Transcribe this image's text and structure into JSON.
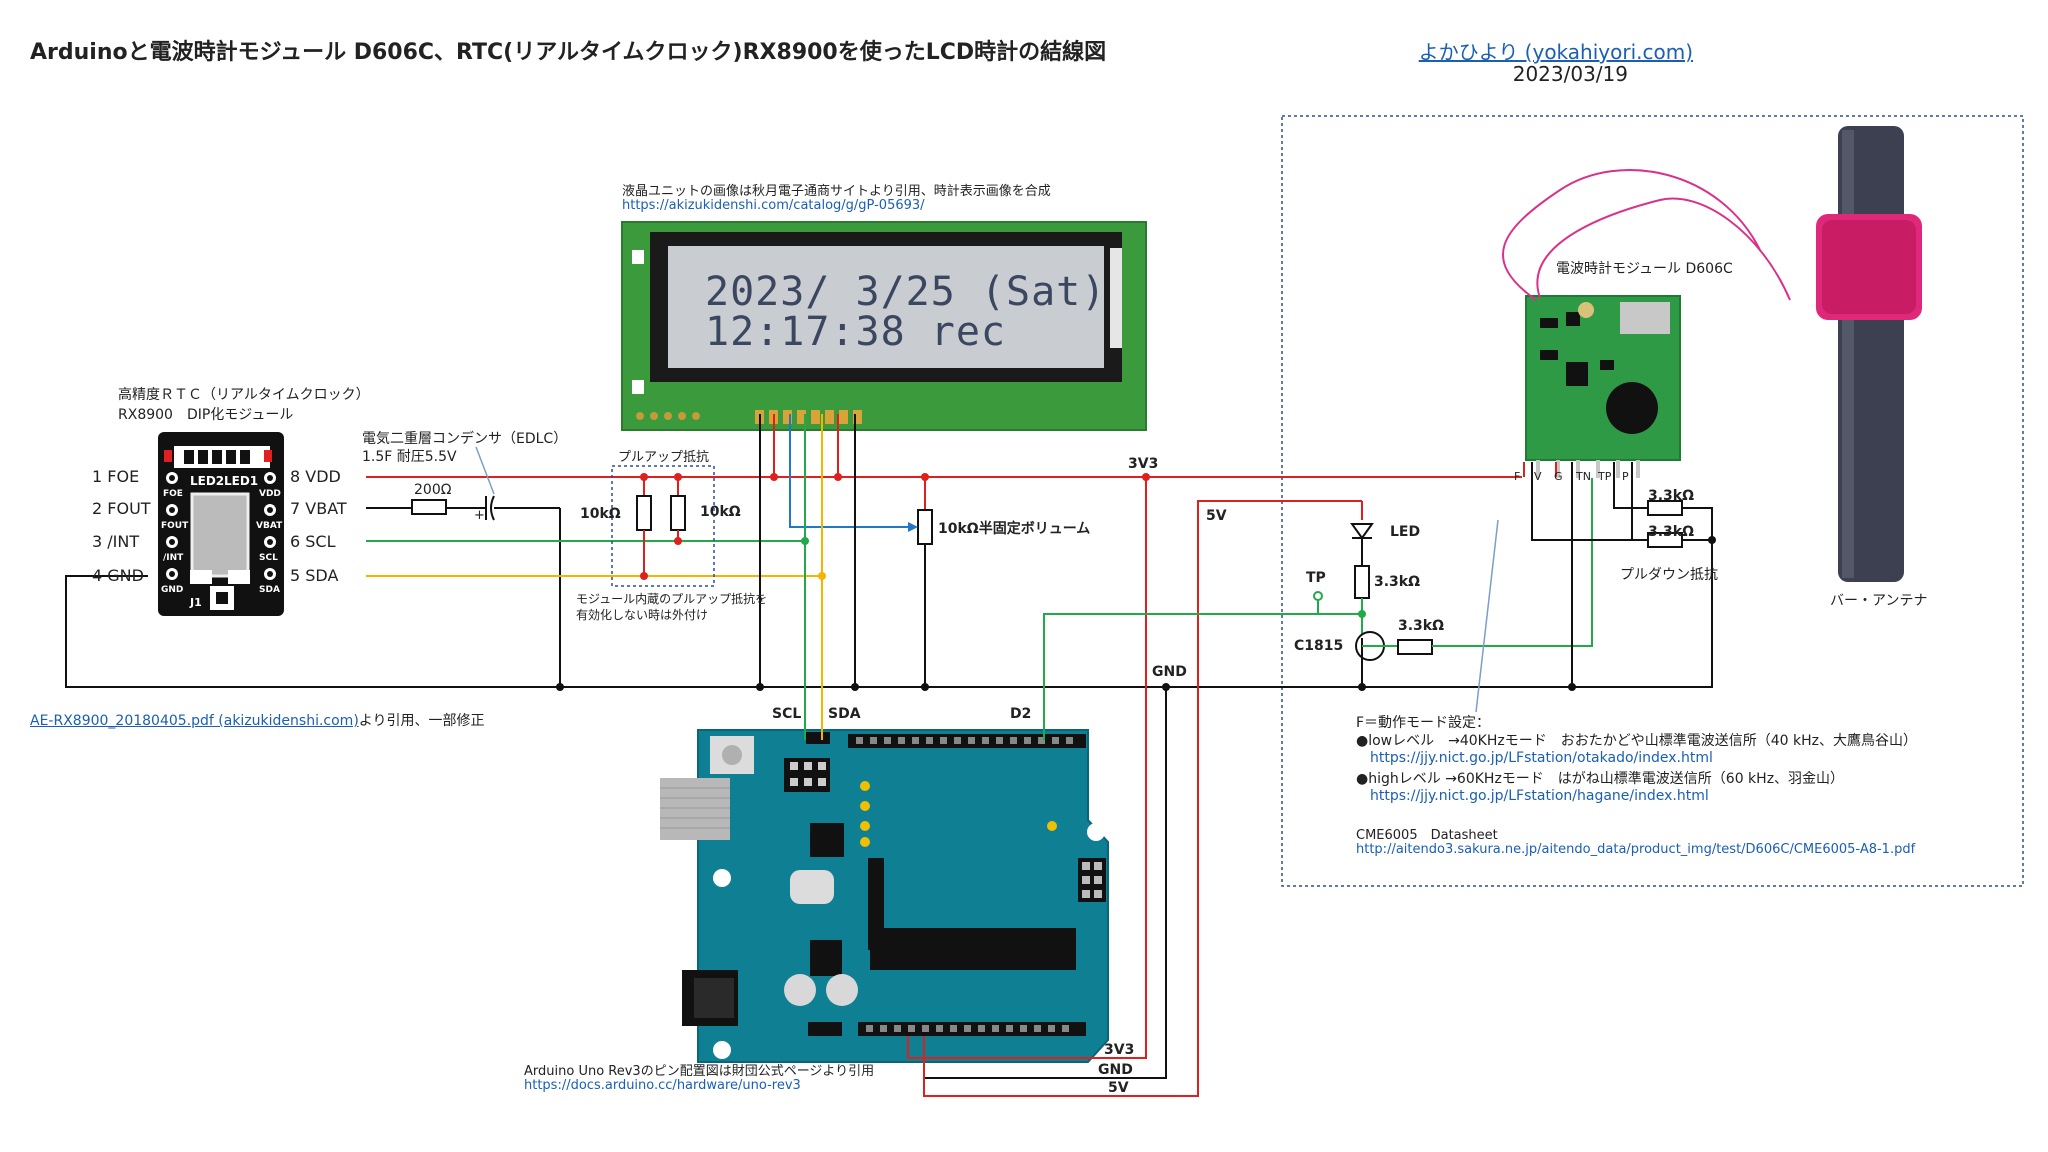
{
  "header": {
    "title": "Arduinoと電波時計モジュール D606C、RTC(リアルタイムクロック)RX8900を使ったLCD時計の結線図",
    "author_link": "よかひより (yokahiyori.com)",
    "date": "2023/03/19"
  },
  "lcd": {
    "credit": "液晶ユニットの画像は秋月電子通商サイトより引用、時計表示画像を合成",
    "url": "https://akizukidenshi.com/catalog/g/gP-05693/",
    "line1": "2023/ 3/25 (Sat)",
    "line2": "12:17:38    rec"
  },
  "rtc": {
    "title1": "高精度ＲＴＣ（リアルタイムクロック）",
    "title2": "RX8900　DIP化モジュール",
    "pins_left": [
      "1 FOE",
      "2 FOUT",
      "3 /INT",
      "4 GND"
    ],
    "pins_right": [
      "8 VDD",
      "7 VBAT",
      "6 SCL",
      "5 SDA"
    ],
    "board_labels": {
      "led2": "LED2",
      "led1": "LED1",
      "foe": "FOE",
      "vdd": "VDD",
      "fout": "FOUT",
      "vbat": "VBAT",
      "int": "/INT",
      "scl": "SCL",
      "gnd": "GND",
      "sda": "SDA",
      "j1": "J1"
    },
    "credit_link": "AE-RX8900_20180405.pdf (akizukidenshi.com)",
    "credit_suffix": "より引用、一部修正"
  },
  "capacitor": {
    "label1": "電気二重層コンデンサ（EDLC）",
    "label2": "1.5F 耐圧5.5V",
    "resistor": "200Ω",
    "plus": "+"
  },
  "pullup": {
    "label": "プルアップ抵抗",
    "r1": "10kΩ",
    "r2": "10kΩ",
    "note1": "モジュール内蔵のプルアップ抵抗を",
    "note2": "有効化しない時は外付け"
  },
  "pot": {
    "label": "10kΩ半固定ボリューム"
  },
  "rails": {
    "v33": "3V3",
    "v5": "5V",
    "gnd": "GND",
    "scl": "SCL",
    "sda": "SDA",
    "d2": "D2",
    "bottom_33": "3V3",
    "bottom_gnd": "GND",
    "bottom_5v": "5V"
  },
  "circuit": {
    "led": "LED",
    "r_led": "3.3kΩ",
    "tp": "TP",
    "transistor": "C1815",
    "r_base": "3.3kΩ",
    "r_pd1": "3.3kΩ",
    "r_pd2": "3.3kΩ",
    "pulldown": "プルダウン抵抗"
  },
  "d606c": {
    "title": "電波時計モジュール D606C",
    "pins": [
      "F",
      "V",
      "G",
      "TN",
      "TP",
      "P"
    ],
    "antenna": "バー・アンテナ",
    "mode_title": "F＝動作モード設定：",
    "mode_low": "●lowレベル　→40KHzモード　おおたかどや山標準電波送信所（40 kHz、大鷹鳥谷山）",
    "mode_low_url": "https://jjy.nict.go.jp/LFstation/otakado/index.html",
    "mode_high": "●highレベル →60KHzモード　はがね山標準電波送信所（60 kHz、羽金山）",
    "mode_high_url": "https://jjy.nict.go.jp/LFstation/hagane/index.html",
    "datasheet": "CME6005　Datasheet",
    "datasheet_url": "http://aitendo3.sakura.ne.jp/aitendo_data/product_img/test/D606C/CME6005-A8-1.pdf"
  },
  "arduino": {
    "credit": "Arduino Uno Rev3のピン配置図は財団公式ページより引用",
    "url": "https://docs.arduino.cc/hardware/uno-rev3"
  },
  "colors": {
    "red": "#e0201c",
    "black": "#111111",
    "green": "#22aa4a",
    "yellow": "#f5b400",
    "blue": "#1f78c8",
    "board_teal": "#0f7f94",
    "pcb_green": "#2f9a45"
  }
}
